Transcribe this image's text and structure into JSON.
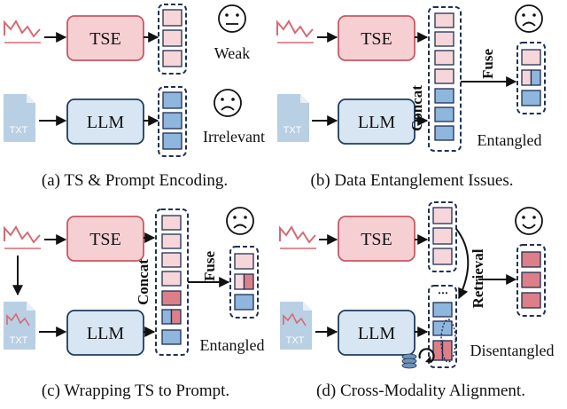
{
  "panels": {
    "a": {
      "caption": "(a) TS & Prompt Encoding.",
      "tse": "TSE",
      "llm": "LLM",
      "txt": "TXT",
      "status_top": "Weak",
      "status_bottom": "Irrelevant"
    },
    "b": {
      "caption": "(b) Data Entanglement Issues.",
      "tse": "TSE",
      "llm": "LLM",
      "txt": "TXT",
      "concat": "Concat",
      "fuse": "Fuse",
      "status": "Entangled"
    },
    "c": {
      "caption": "(c) Wrapping TS to Prompt.",
      "tse": "TSE",
      "llm": "LLM",
      "txt": "TXT",
      "concat": "Concat",
      "fuse": "Fuse",
      "status": "Entangled"
    },
    "d": {
      "caption": "(d) Cross-Modality Alignment.",
      "tse": "TSE",
      "llm": "LLM",
      "txt": "TXT",
      "retrieval": "Retrieval",
      "status": "Disentangled"
    }
  },
  "colors": {
    "tse_fill": "#f6cfd3",
    "tse_stroke": "#c55a63",
    "llm_fill": "#d8e6f3",
    "llm_stroke": "#1f3d5e",
    "pink_cell": "#f7d6da",
    "blue_cell": "#8fb6dd",
    "red_cell": "#dc7f89",
    "dash": "#1f3052",
    "wave": "#d56a73"
  }
}
